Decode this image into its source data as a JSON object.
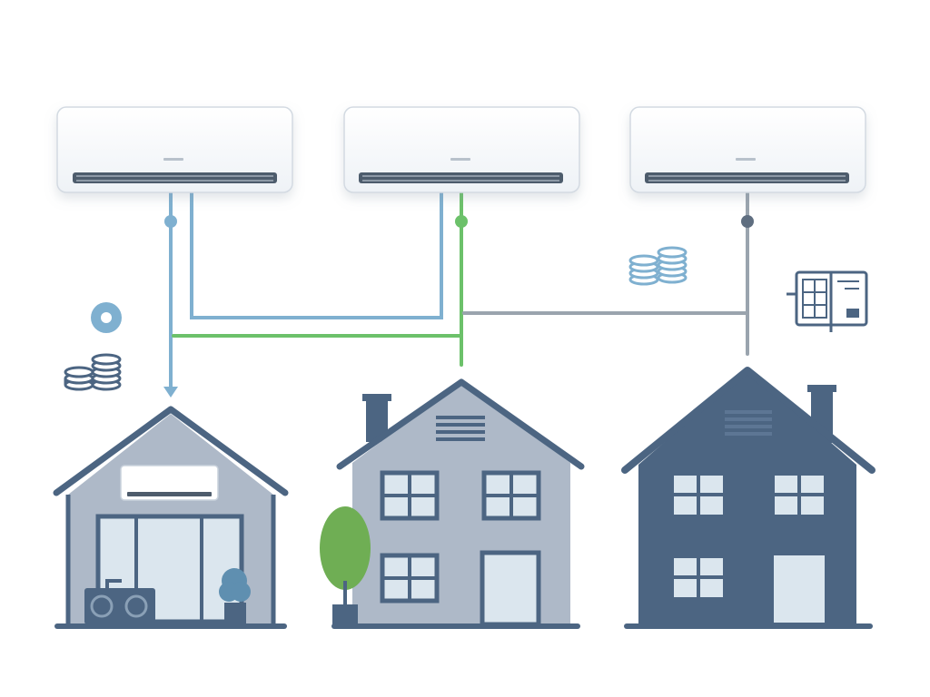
{
  "ac_units": [
    {
      "id": "ac-unit-left",
      "brand_label": ""
    },
    {
      "id": "ac-unit-center",
      "brand_label": ""
    },
    {
      "id": "ac-unit-right",
      "brand_label": ""
    }
  ],
  "houses": [
    {
      "id": "house-left-bungalow",
      "fill": "#aeb9c8"
    },
    {
      "id": "house-center-twostory",
      "fill": "#aeb9c8"
    },
    {
      "id": "house-right-twostory",
      "fill": "#4c6582"
    }
  ],
  "colors": {
    "outline": "#4c6582",
    "line_blue": "#7fb0d0",
    "line_green": "#6cc16a",
    "line_gray": "#9aa4ae",
    "window_fill": "#dbe6ee",
    "tree_green": "#6fae54",
    "coin_blue": "#7fb0d0",
    "coin_dark": "#4c6582"
  },
  "icons": {
    "coins_left": "coin-stack-icon",
    "coins_right": "coin-stack-icon",
    "disc": "disc-icon",
    "planner": "planner-icon"
  }
}
